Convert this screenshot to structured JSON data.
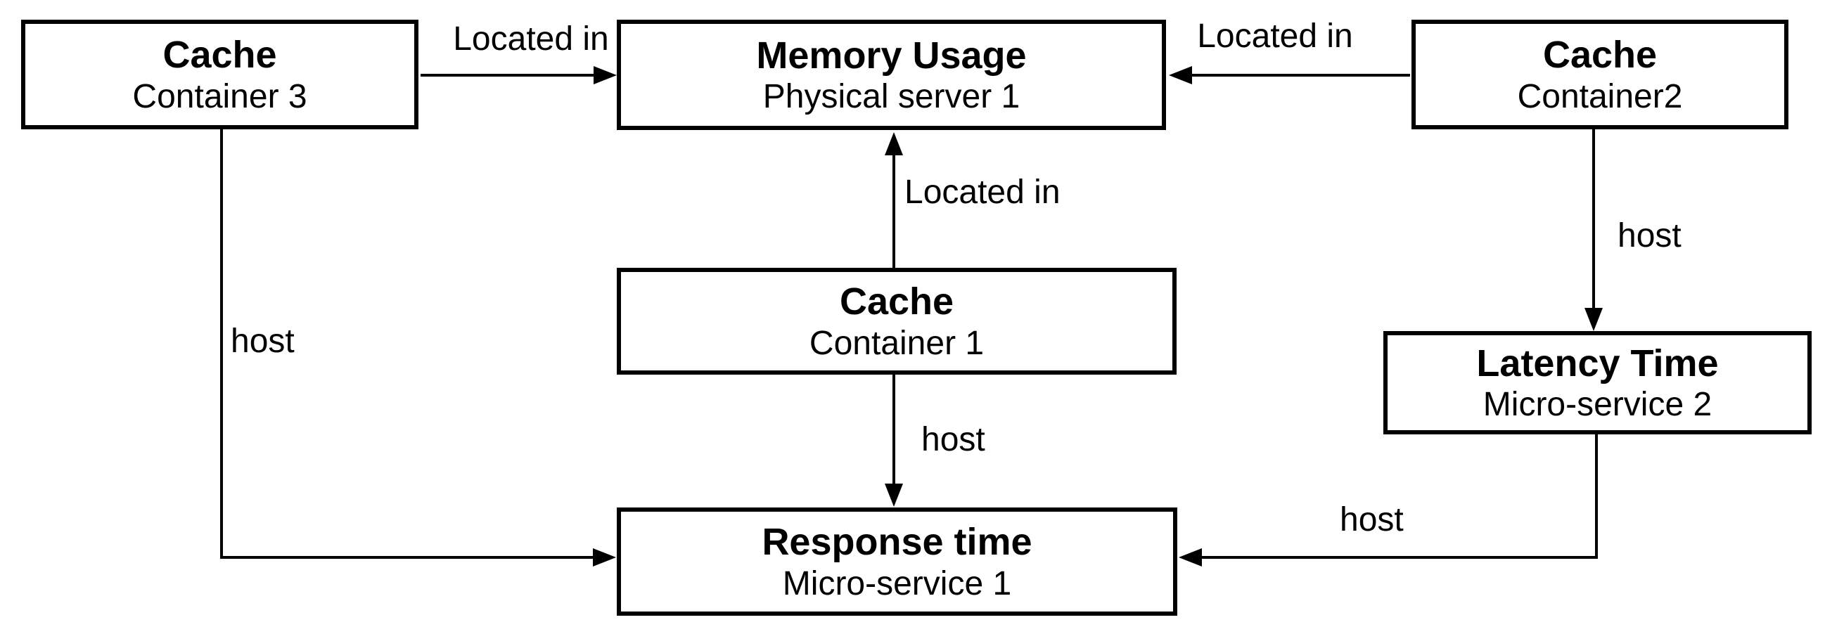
{
  "diagram": {
    "background_color": "#ffffff",
    "stroke_color": "#000000",
    "box_fill_color": "#ffffff",
    "text_color": "#000000",
    "nodes": {
      "cache3": {
        "title": "Cache",
        "subtitle": "Container 3"
      },
      "memory_usage": {
        "title": "Memory Usage",
        "subtitle": "Physical server 1"
      },
      "cache2": {
        "title": "Cache",
        "subtitle": "Container2"
      },
      "cache1": {
        "title": "Cache",
        "subtitle": "Container 1"
      },
      "latency_time": {
        "title": "Latency Time",
        "subtitle": "Micro-service 2"
      },
      "response_time": {
        "title": "Response time",
        "subtitle": "Micro-service 1"
      }
    },
    "edges": [
      {
        "from": "cache3",
        "to": "memory_usage",
        "label": "Located in"
      },
      {
        "from": "cache2",
        "to": "memory_usage",
        "label": "Located in"
      },
      {
        "from": "cache1",
        "to": "memory_usage",
        "label": "Located in"
      },
      {
        "from": "cache1",
        "to": "response_time",
        "label": "host"
      },
      {
        "from": "cache3",
        "to": "response_time",
        "label": "host"
      },
      {
        "from": "cache2",
        "to": "latency_time",
        "label": "host"
      },
      {
        "from": "latency_time",
        "to": "response_time",
        "label": "host"
      }
    ]
  }
}
